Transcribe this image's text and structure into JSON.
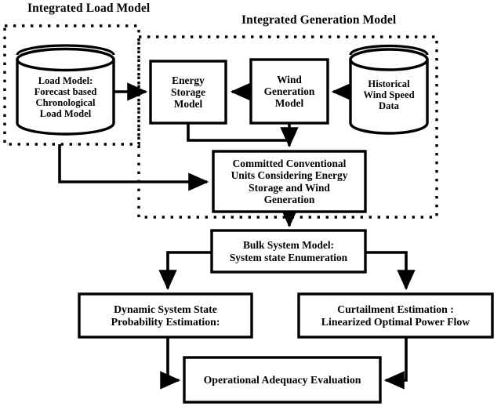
{
  "diagram": {
    "title": "Integrated load and generation model adequacy evaluation flowchart",
    "colors": {
      "stroke": "#000000",
      "fill": "#ffffff",
      "background": "#ffffff"
    },
    "groups": [
      {
        "id": "integrated-load-model",
        "label": "Integrated Load Model",
        "style": "dotted"
      },
      {
        "id": "integrated-generation-model",
        "label": "Integrated Generation Model",
        "style": "dotted"
      }
    ],
    "nodes": [
      {
        "id": "load-model",
        "shape": "cylinder",
        "label": "Load Model:\nForecast based\nChronological\nLoad Model",
        "lines": [
          "Load Model:",
          "Forecast based",
          "Chronological",
          "Load Model"
        ]
      },
      {
        "id": "energy-storage-model",
        "shape": "rect",
        "label": "Energy\nStorage\nModel",
        "lines": [
          "Energy",
          "Storage",
          "Model"
        ]
      },
      {
        "id": "wind-generation-model",
        "shape": "rect",
        "label": "Wind\nGeneration\nModel",
        "lines": [
          "Wind",
          "Generation",
          "Model"
        ]
      },
      {
        "id": "historical-wind-speed-data",
        "shape": "cylinder",
        "label": "Historical\nWind Speed\nData",
        "lines": [
          "Historical",
          "Wind Speed",
          "Data"
        ]
      },
      {
        "id": "committed-conventional-units",
        "shape": "rect",
        "label": "Committed Conventional\nUnits Considering Energy\nStorage and Wind\nGeneration",
        "lines": [
          "Committed Conventional",
          "Units Considering Energy",
          "Storage and Wind",
          "Generation"
        ]
      },
      {
        "id": "bulk-system-model",
        "shape": "rect",
        "label": "Bulk System Model:\nSystem state Enumeration",
        "lines": [
          "Bulk System Model:",
          "System state Enumeration"
        ]
      },
      {
        "id": "dynamic-system-state",
        "shape": "rect",
        "label": "Dynamic System State\nProbability Estimation:",
        "lines": [
          "Dynamic System State",
          "Probability Estimation:"
        ]
      },
      {
        "id": "curtailment-estimation",
        "shape": "rect",
        "label": "Curtailment Estimation :\nLinearized Optimal Power Flow",
        "lines": [
          "Curtailment Estimation :",
          "Linearized Optimal Power Flow"
        ]
      },
      {
        "id": "operational-adequacy-evaluation",
        "shape": "rect",
        "label": "Operational Adequacy Evaluation",
        "lines": [
          "Operational Adequacy Evaluation"
        ]
      }
    ],
    "edges": [
      {
        "id": "edge-load-to-storage",
        "from": "load-model",
        "to": "energy-storage-model",
        "arrow": true
      },
      {
        "id": "edge-winddata-to-windgen",
        "from": "historical-wind-speed-data",
        "to": "wind-generation-model",
        "arrow": true
      },
      {
        "id": "edge-windgen-to-storage",
        "from": "wind-generation-model",
        "to": "energy-storage-model",
        "arrow": true
      },
      {
        "id": "edge-windgen-to-committed",
        "from": "wind-generation-model",
        "to": "committed-conventional-units",
        "arrow": true
      },
      {
        "id": "edge-storage-to-committed",
        "from": "energy-storage-model",
        "to": "committed-conventional-units",
        "arrow": false
      },
      {
        "id": "edge-load-to-committed",
        "from": "load-model",
        "to": "committed-conventional-units",
        "arrow": true
      },
      {
        "id": "edge-committed-to-bulk",
        "from": "committed-conventional-units",
        "to": "bulk-system-model",
        "arrow": true
      },
      {
        "id": "edge-bulk-to-dynamic",
        "from": "bulk-system-model",
        "to": "dynamic-system-state",
        "arrow": true
      },
      {
        "id": "edge-bulk-to-curtailment",
        "from": "bulk-system-model",
        "to": "curtailment-estimation",
        "arrow": true
      },
      {
        "id": "edge-dynamic-to-operational",
        "from": "dynamic-system-state",
        "to": "operational-adequacy-evaluation",
        "arrow": true
      },
      {
        "id": "edge-curtailment-to-operational",
        "from": "curtailment-estimation",
        "to": "operational-adequacy-evaluation",
        "arrow": true
      }
    ]
  }
}
